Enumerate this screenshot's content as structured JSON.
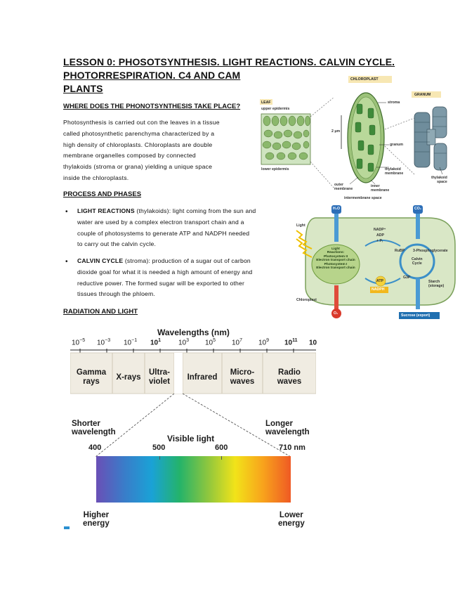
{
  "title": {
    "line1": "LESSON 0: PHOSOTSYNTHESIS. LIGHT REACTIONS. CALVIN CYCLE.",
    "line2": "PHOTORRESPIRATION. C4 AND CAM",
    "line3": "PLANTS"
  },
  "section_where": {
    "heading": "WHERE DOES THE PHONOTSYNTHESIS TAKE PLACE?",
    "lines": [
      "Photosynthesis is carried out con the leaves in a tissue",
      "called photosynthetic parenchyma characterized by a",
      "high density of chloroplasts. Chloroplasts are double",
      "membrane organelles composed by connected",
      "thylakoids (stroma or grana) yielding a unique space",
      "inside the chloroplasts."
    ]
  },
  "section_process": {
    "heading": "PROCESS AND PHASES",
    "light": {
      "term": "LIGHT REACTIONS",
      "lines": [
        " (thylakoids): light coming from the sun and",
        "water are used by a complex electron transport chain and a",
        "couple of photosystems to generate ATP and NADPH needed",
        "to carry out the calvin cycle."
      ]
    },
    "calvin": {
      "term": "CALVIN CYCLE",
      "lines": [
        " (stroma): production of a sugar out of carbon",
        "dioxide goal for what it is needed a high amount of energy and",
        "reductive power. The formed sugar will be exported to other",
        "tissues through the phloem."
      ]
    }
  },
  "section_radiation": {
    "heading": "RADIATION AND LIGHT"
  },
  "chloroplast_figure": {
    "chloroplast": "CHLOROPLAST",
    "granum_title": "GRANUM",
    "leaf": "LEAF",
    "upper_epidermis": "upper epidermis",
    "lower_epidermis": "lower epidermis",
    "scale": "2 μm",
    "stroma": "stroma",
    "granum": "granum",
    "thylakoid_membrane_1": "thylakoid",
    "thylakoid_membrane_2": "membrane",
    "thylakoid_space_1": "thylakoid",
    "thylakoid_space_2": "space",
    "outer_1": "outer",
    "outer_2": "membrane",
    "inner_1": "inner",
    "inner_2": "membrane",
    "intermembrane": "intermembrane space"
  },
  "photosynthesis_diagram": {
    "h2o": "H₂O",
    "co2": "CO₂",
    "o2": "O₂",
    "light": "Light",
    "chloroplast": "Chloroplast",
    "nadp": "NADP⁺",
    "adp": "ADP",
    "pi": "+ Pᵢ",
    "atp": "ATP",
    "nadph": "NADPH",
    "rubp": "RuBP",
    "pga": "3-Phosphoglycerate",
    "calvin_1": "Calvin",
    "calvin_2": "Cycle",
    "g3p": "G3P",
    "starch_1": "Starch",
    "starch_2": "(storage)",
    "sucrose": "Sucrose (export)",
    "light_reactions": [
      "Light",
      "Reactions:",
      "Photosystem II",
      "Electron transport chain",
      "Photosystem I",
      "Electron transport chain"
    ]
  },
  "spectrum": {
    "title": "Wavelengths (nm)",
    "ticks": [
      {
        "base": "10",
        "exp": "−5"
      },
      {
        "base": "10",
        "exp": "−3"
      },
      {
        "base": "10",
        "exp": "−1"
      },
      {
        "base": "10",
        "exp": "1"
      },
      {
        "base": "10",
        "exp": "3"
      },
      {
        "base": "10",
        "exp": "5"
      },
      {
        "base": "10",
        "exp": "7"
      },
      {
        "base": "10",
        "exp": "9"
      },
      {
        "base": "10",
        "exp": "11"
      },
      {
        "base": "10",
        "exp": ""
      }
    ],
    "bands": [
      {
        "l1": "Gamma",
        "l2": "rays"
      },
      {
        "l1": "X-rays",
        "l2": ""
      },
      {
        "l1": "Ultra-",
        "l2": "violet"
      },
      {
        "l1": "Infrared",
        "l2": ""
      },
      {
        "l1": "Micro-",
        "l2": "waves"
      },
      {
        "l1": "Radio",
        "l2": "waves"
      }
    ],
    "shorter_1": "Shorter",
    "shorter_2": "wavelength",
    "longer_1": "Longer",
    "longer_2": "wavelength",
    "visible": "Visible light",
    "nm_400": "400",
    "nm_500": "500",
    "nm_600": "600",
    "nm_710": "710 nm",
    "higher_1": "Higher",
    "higher_2": "energy",
    "lower_1": "Lower",
    "lower_2": "energy"
  },
  "colors": {
    "band_fill": "#f0ece2",
    "spectrum": [
      "#6a4fb6",
      "#3a7cc9",
      "#1aa2d6",
      "#24b36a",
      "#8cc63f",
      "#f2e319",
      "#f8a31c",
      "#ef5a24"
    ],
    "chloro_green": "#5e9a3e",
    "blue_arrow": "#3b8fc8"
  }
}
